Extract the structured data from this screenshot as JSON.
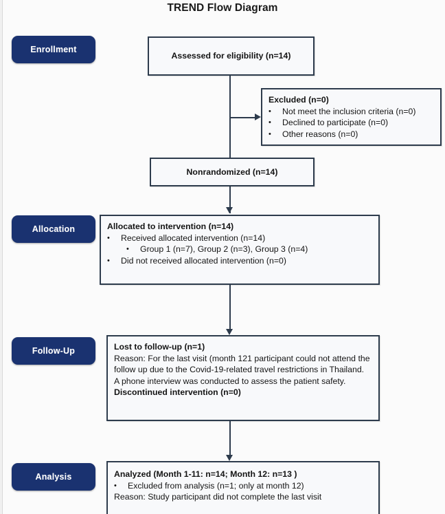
{
  "title": "TREND Flow Diagram",
  "stages": [
    {
      "id": "enrollment",
      "label": "Enrollment"
    },
    {
      "id": "allocation",
      "label": "Allocation"
    },
    {
      "id": "followup",
      "label": "Follow-Up"
    },
    {
      "id": "analysis",
      "label": "Analysis"
    }
  ],
  "boxes": {
    "assessed": {
      "heading": "Assessed for eligibility (n=14)"
    },
    "excluded": {
      "heading": "Excluded (n=0)",
      "bullets": [
        "Not meet the inclusion criteria (n=0)",
        "Declined to participate (n=0)",
        "Other reasons (n=0)"
      ]
    },
    "nonrandomized": {
      "heading": "Nonrandomized (n=14)"
    },
    "allocated": {
      "heading": "Allocated to intervention (n=14)",
      "bullet1": "Received allocated intervention (n=14)",
      "bullet1_sub": "Group 1 (n=7), Group 2 (n=3), Group 3 (n=4)",
      "bullet2": "Did not received allocated intervention (n=0)"
    },
    "followup": {
      "heading": "Lost to follow-up (n=1)",
      "reason": "Reason: For the last visit (month 121 participant could not attend the follow up due to the Covid-19-related travel restrictions in Thailand.",
      "phone": "A phone interview was conducted to assess the patient safety.",
      "discontinued": "Discontinued intervention (n=0)"
    },
    "analysis": {
      "heading": "Analyzed (Month 1-11: n=14; Month 12: n=13 )",
      "bullet1": "Excluded from analysis (n=1; only at month 12)",
      "reason": "Reason: Study participant did not complete the last visit"
    }
  },
  "bullet_glyph": "•",
  "colors": {
    "pill": "#1a3270",
    "box_border": "#2d3b4c",
    "box_fill": "#f8f9fb",
    "connector": "#2d3b4c",
    "background": "#fbfbfb"
  }
}
